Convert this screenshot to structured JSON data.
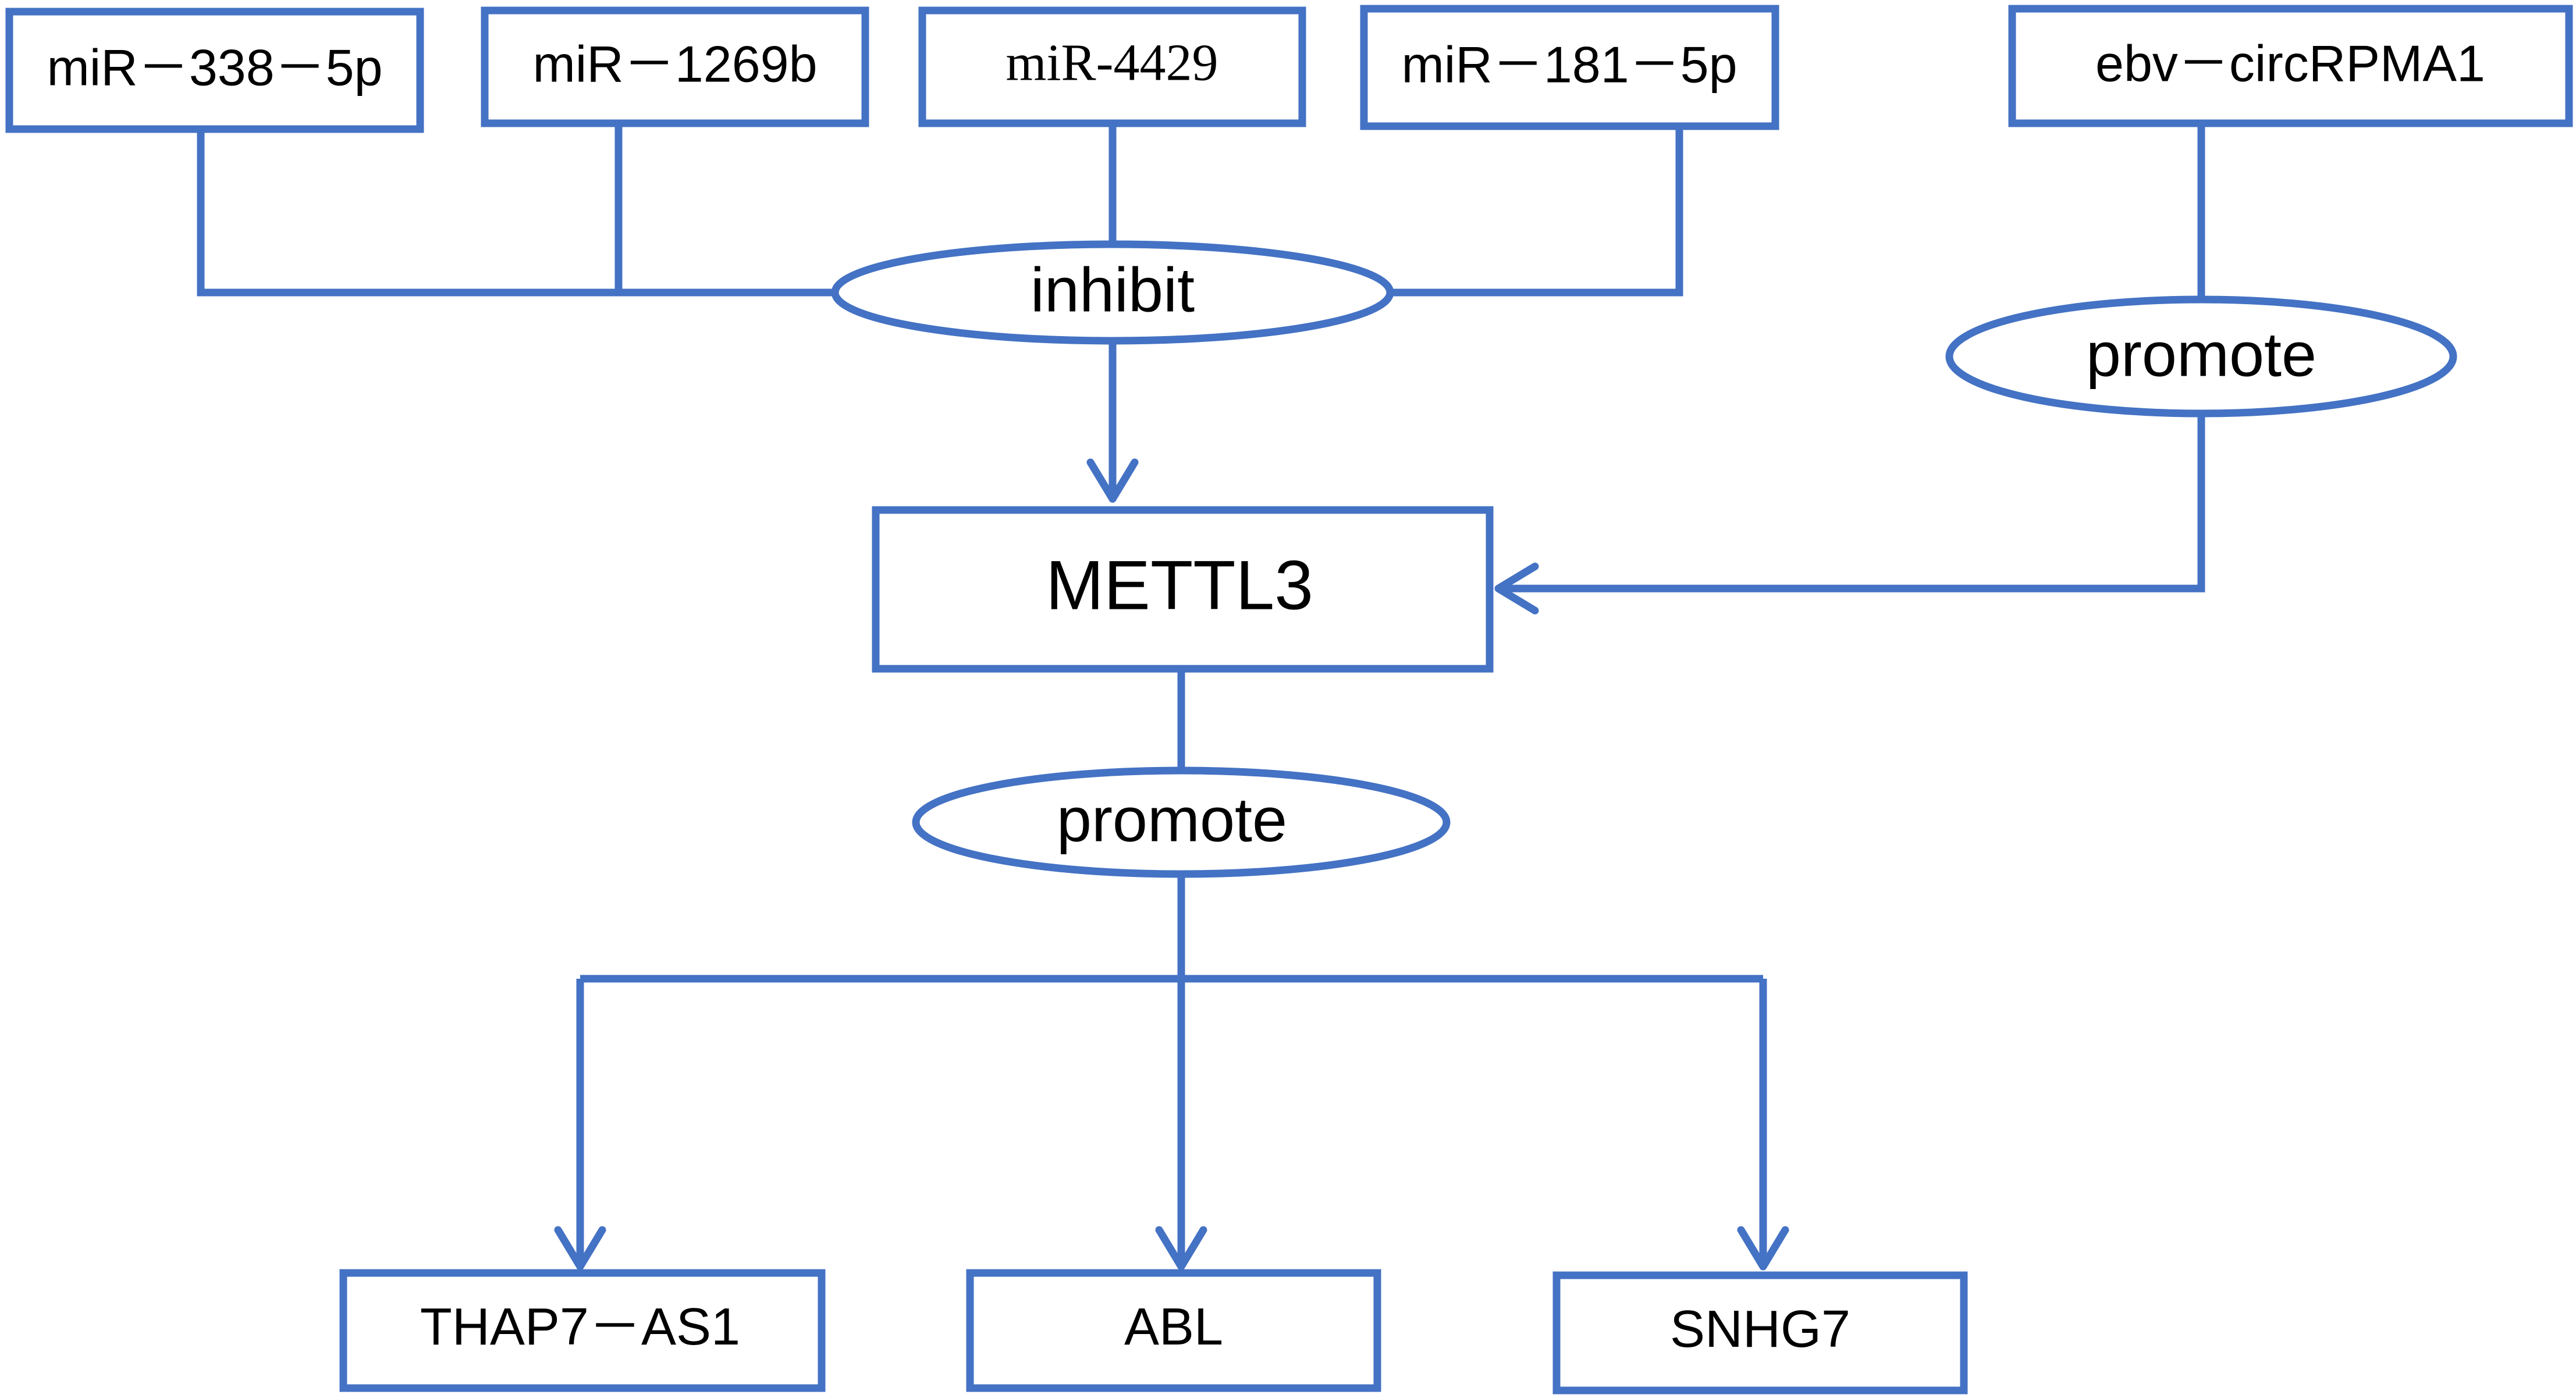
{
  "diagram": {
    "colors": {
      "stroke": "#4472C4",
      "text": "#000000",
      "background": "#ffffff"
    },
    "nodes": {
      "mir_338_5p": "miR－338－5p",
      "mir_1269b": "miR－1269b",
      "mir_4429": "miR-4429",
      "mir_181_5p": "miR－181－5p",
      "ebv_circrpma1": "ebv－circRPMA1",
      "mettl3": "METTL3",
      "thap7_as1": "THAP7－AS1",
      "abl": "ABL",
      "snhg7": "SNHG7"
    },
    "relations": {
      "inhibit": "inhibit",
      "promote_upstream": "promote",
      "promote_downstream": "promote"
    },
    "edges": [
      {
        "from": "miR－338－5p",
        "to": "METTL3",
        "via": "inhibit"
      },
      {
        "from": "miR－1269b",
        "to": "METTL3",
        "via": "inhibit"
      },
      {
        "from": "miR-4429",
        "to": "METTL3",
        "via": "inhibit"
      },
      {
        "from": "miR－181－5p",
        "to": "METTL3",
        "via": "inhibit"
      },
      {
        "from": "ebv－circRPMA1",
        "to": "METTL3",
        "via": "promote"
      },
      {
        "from": "METTL3",
        "to": "THAP7－AS1",
        "via": "promote"
      },
      {
        "from": "METTL3",
        "to": "ABL",
        "via": "promote"
      },
      {
        "from": "METTL3",
        "to": "SNHG7",
        "via": "promote"
      }
    ]
  }
}
